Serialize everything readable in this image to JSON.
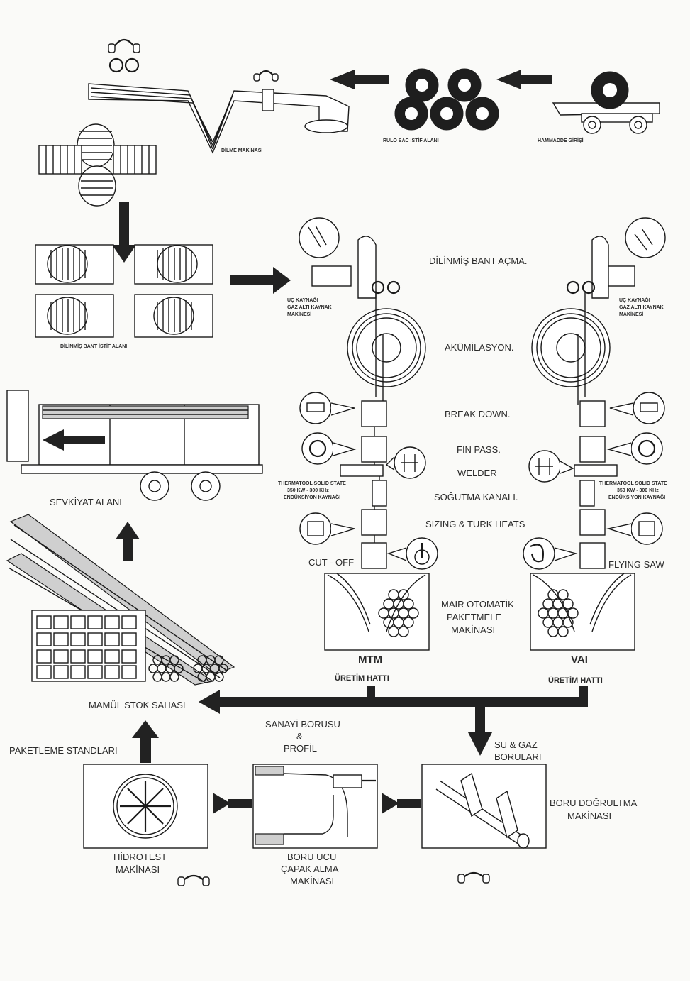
{
  "labels": {
    "slitting_machine": "DİLME MAKİNASI",
    "coil_stock_area": "RULO SAC İSTİF ALANI",
    "raw_material_entry": "HAMMADDE GİRİŞİ",
    "slit_band_stock_area": "DİLİNMİŞ BANT İSTİF ALANI",
    "slit_band_uncoiling": "DİLİNMİŞ BANT AÇMA.",
    "end_welding_left": "UÇ KAYNAĞI GAZ ALTI KAYNAK MAKİNESİ",
    "end_welding_right": "UÇ KAYNAĞI GAZ ALTI KAYNAK MAKİNESİ",
    "accumulation": "AKÜMİLASYON.",
    "break_down": "BREAK DOWN.",
    "fin_pass": "FIN PASS.",
    "welder": "WELDER",
    "cooling_channel": "SOĞUTMA KANALI.",
    "sizing": "SIZING & TURK HEATS",
    "cut_off": "CUT - OFF",
    "flying_saw": "FLYING SAW",
    "induction_left": "THERMATOOL SOLID STATE 350 KW - 300 KHz ENDÜKSİYON KAYNAĞI",
    "induction_right": "THERMATOOL SOLID STATE 350 KW - 300 KHz ENDÜKSİYON KAYNAĞI",
    "packing_machine": "MAIR OTOMATİK PAKETMELE MAKİNASI",
    "shipping_area": "SEVKİYAT ALANI",
    "mtm": "MTM",
    "vai": "VAI",
    "production_line_left": "ÜRETİM HATTI",
    "production_line_right": "ÜRETİM HATTI",
    "product_stock_area": "MAMÜL STOK SAHASI",
    "packing_stands": "PAKETLEME STANDLARI",
    "industrial_pipe": "SANAYİ BORUSU & PROFİL",
    "water_gas_pipes": "SU & GAZ BORULARI",
    "straightening_machine": "BORU DOĞRULTMA MAKİNASI",
    "hydrotest_machine": "HİDROTEST MAKİNASI",
    "deburring_machine": "BORU UCU ÇAPAK ALMA MAKİNASI"
  },
  "icons": [
    "headphones-icon",
    "arrow-icon",
    "coil-icon",
    "truck-icon"
  ]
}
